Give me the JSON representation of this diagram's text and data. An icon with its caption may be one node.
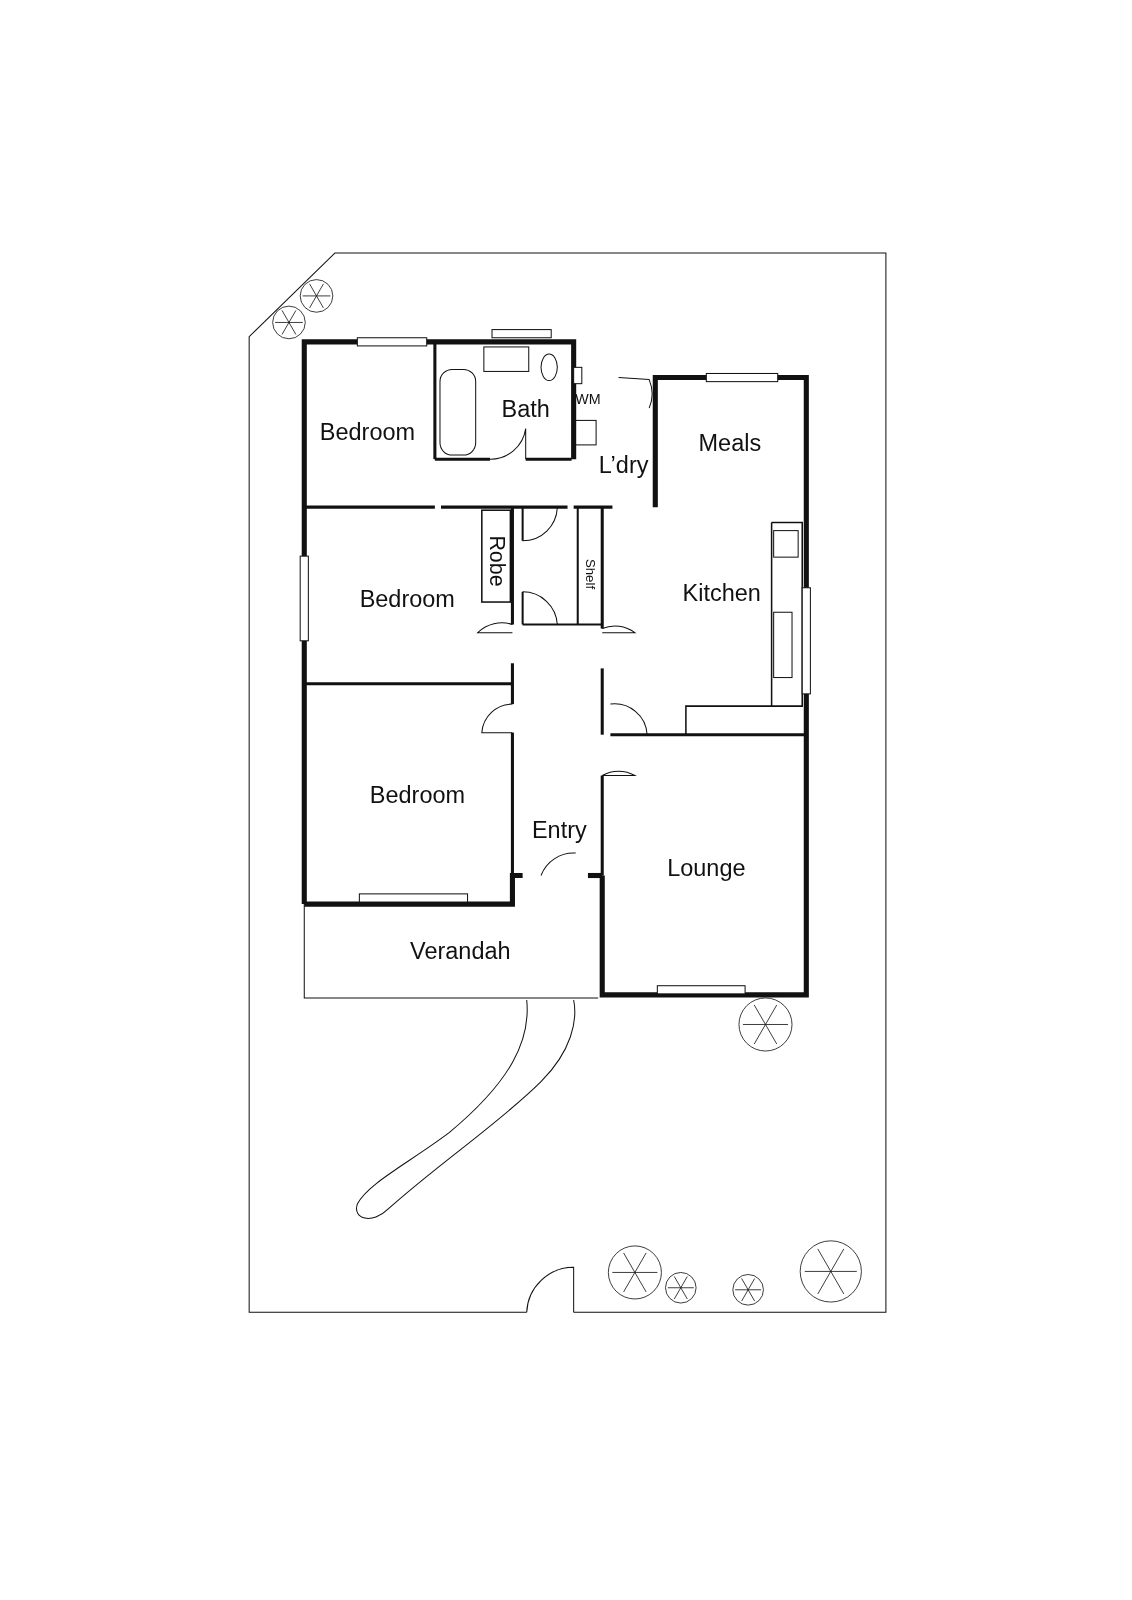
{
  "diagram": {
    "labels": [
      "Bedroom",
      "Bath",
      "WM",
      "L’dry",
      "Meals",
      "Robe",
      "Shelf",
      "Bedroom",
      "Kitchen",
      "Bedroom",
      "Entry",
      "Lounge",
      "Verandah"
    ]
  }
}
